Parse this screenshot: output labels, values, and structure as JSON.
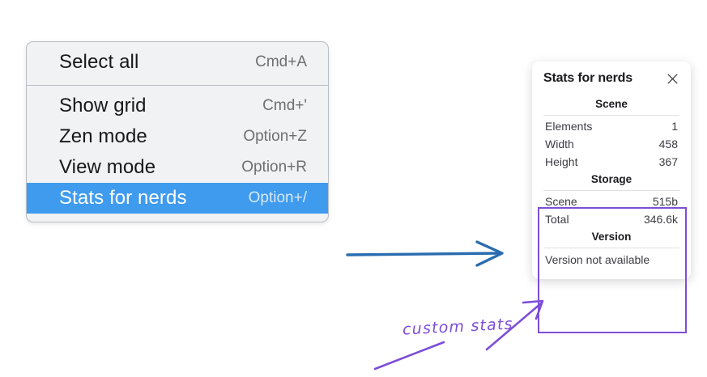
{
  "context_menu": {
    "groups": [
      {
        "items": [
          {
            "label": "Select all",
            "shortcut": "Cmd+A",
            "highlighted": false
          }
        ]
      },
      {
        "items": [
          {
            "label": "Show grid",
            "shortcut": "Cmd+'",
            "highlighted": false
          },
          {
            "label": "Zen mode",
            "shortcut": "Option+Z",
            "highlighted": false
          },
          {
            "label": "View mode",
            "shortcut": "Option+R",
            "highlighted": false
          },
          {
            "label": "Stats for nerds",
            "shortcut": "Option+/",
            "highlighted": true
          }
        ]
      }
    ],
    "highlight_color": "#3f9bee"
  },
  "stats_panel": {
    "title": "Stats for nerds",
    "close_icon": "close-icon",
    "sections": [
      {
        "name": "Scene",
        "title": "Scene",
        "rows": [
          {
            "key": "Elements",
            "value": "1"
          },
          {
            "key": "Width",
            "value": "458"
          },
          {
            "key": "Height",
            "value": "367"
          }
        ]
      },
      {
        "name": "Storage",
        "title": "Storage",
        "rows": [
          {
            "key": "Scene",
            "value": "515b"
          },
          {
            "key": "Total",
            "value": "346.6k"
          }
        ]
      },
      {
        "name": "Version",
        "title": "Version",
        "note": "Version not available"
      }
    ]
  },
  "annotations": {
    "flow_arrow_color": "#2a6cb0",
    "highlight_box_color": "#7c4dd8",
    "custom_stats_label": "custom stats",
    "custom_stats_label_color": "#7c4dd8"
  }
}
